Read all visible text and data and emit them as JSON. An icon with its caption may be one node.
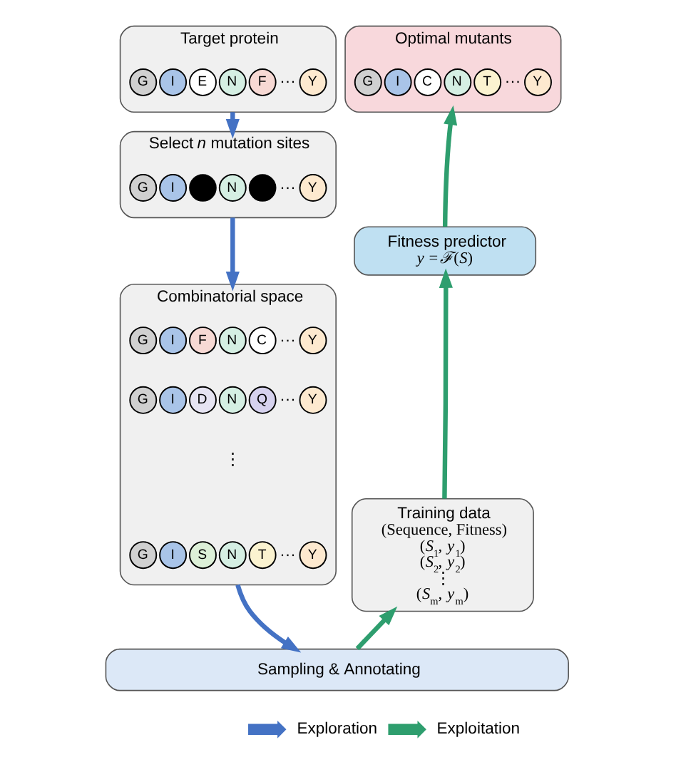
{
  "diagram": {
    "nodes": [
      {
        "text": [
          "Target protein"
        ]
      },
      {
        "text": [
          "G"
        ],
        "in": 0
      },
      {
        "text": [
          "I"
        ],
        "in": 0
      },
      {
        "text": [
          "E"
        ],
        "in": 0
      },
      {
        "text": [
          "N"
        ],
        "in": 0
      },
      {
        "text": [
          "F"
        ],
        "in": 0
      },
      {
        "text": [
          "Y"
        ],
        "in": 0
      },
      {
        "text": [
          "Select *n* mutation sites"
        ]
      },
      {
        "text": [
          "G"
        ],
        "in": 7
      },
      {
        "text": [
          "I"
        ],
        "in": 7
      },
      {
        "text": [],
        "shape": "circle",
        "in": 7
      },
      {
        "text": [
          "N"
        ],
        "in": 7
      },
      {
        "text": [],
        "shape": "circle",
        "in": 7
      },
      {
        "text": [
          "Y"
        ],
        "in": 7
      },
      {
        "text": [
          "Combinatorial space"
        ]
      },
      {
        "text": [
          "G"
        ],
        "in": 14
      },
      {
        "text": [
          "I"
        ],
        "in": 14
      },
      {
        "text": [
          "F"
        ],
        "in": 14
      },
      {
        "text": [
          "N"
        ],
        "in": 14
      },
      {
        "text": [
          "C"
        ],
        "in": 14
      },
      {
        "text": [
          "Y"
        ],
        "in": 14
      },
      {
        "text": [
          "G"
        ],
        "in": 14
      },
      {
        "text": [
          "I"
        ],
        "in": 14
      },
      {
        "text": [
          "D"
        ],
        "in": 14
      },
      {
        "text": [
          "N"
        ],
        "in": 14
      },
      {
        "text": [
          "Q"
        ],
        "in": 14
      },
      {
        "text": [
          "Y"
        ],
        "in": 14
      },
      {
        "text": [
          "G"
        ],
        "in": 14
      },
      {
        "text": [
          "I"
        ],
        "in": 14
      },
      {
        "text": [
          "S"
        ],
        "in": 14
      },
      {
        "text": [
          "N"
        ],
        "in": 14
      },
      {
        "text": [
          "T"
        ],
        "in": 14
      },
      {
        "text": [
          "Y"
        ],
        "in": 14
      },
      {
        "text": [
          "Sampling & Annotating"
        ]
      },
      {
        "text": [
          "Training data",
          "(Sequence, Fitness)",
          "(*S*$_{1}$, *y*$_{1}$)",
          "(*S*$_{2}$, *y*$_{2}$)",
          "⋮",
          "(*S*$_{m}$, *y*$_{m}$)"
        ]
      },
      {
        "text": [
          "Fitness predictor",
          "*y* =*ℱ*(*S*)"
        ]
      },
      {
        "text": [
          "Optimal mutants"
        ]
      },
      {
        "text": [
          "G"
        ],
        "in": 36
      },
      {
        "text": [
          "I"
        ],
        "in": 36
      },
      {
        "text": [
          "C"
        ],
        "in": 36
      },
      {
        "text": [
          "N"
        ],
        "in": 36
      },
      {
        "text": [
          "T"
        ],
        "in": 36
      },
      {
        "text": [
          "Y"
        ],
        "in": 36
      }
    ],
    "edges": [
      {
        "from": 0,
        "to": 7,
        "arrow": "to",
        "color": "#4472c4"
      },
      {
        "from": 7,
        "to": 14,
        "arrow": "to",
        "color": "#4472c4"
      },
      {
        "from": 14,
        "to": 33,
        "arrow": "to",
        "color": "#4472c4"
      },
      {
        "from": 33,
        "to": 34,
        "arrow": "to",
        "color": "#2e9e6e"
      },
      {
        "from": 34,
        "to": 35,
        "arrow": "to",
        "color": "#2e9e6e"
      },
      {
        "from": 35,
        "to": 36,
        "arrow": "to",
        "color": "#2e9e6e"
      }
    ],
    "labels": [
      "···",
      "···",
      "···",
      "···",
      "⋮",
      "···",
      "···"
    ],
    "legend": [
      {
        "text": "Exploration",
        "color": "#4472c4"
      },
      {
        "text": "Exploitation",
        "color": "#2e9e6e"
      }
    ]
  }
}
